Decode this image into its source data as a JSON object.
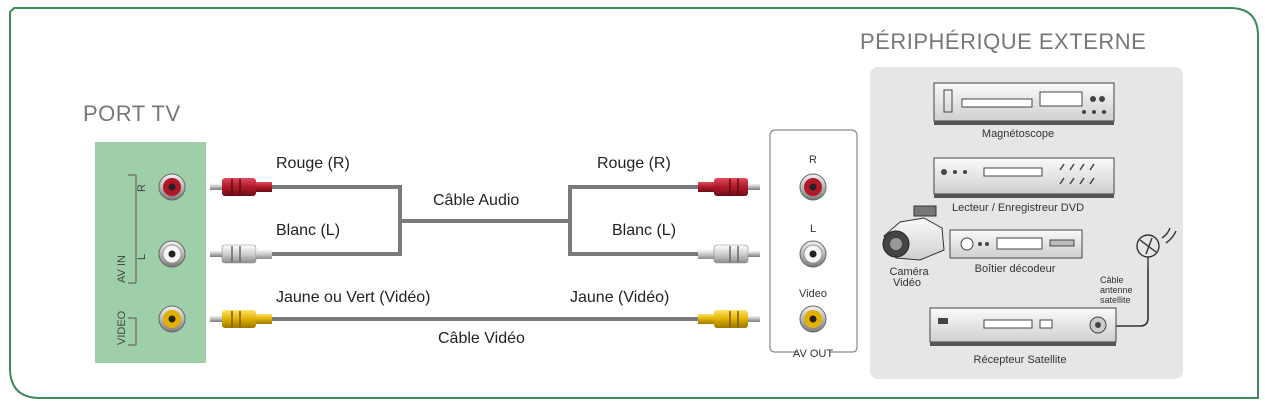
{
  "tv_port": {
    "title": "PORT TV",
    "group_av_in": "AV IN",
    "group_video": "VIDEO",
    "jack_r": "R",
    "jack_l": "L"
  },
  "external": {
    "title": "PÉRIPHÉRIQUE EXTERNE",
    "devices": [
      "Magnétoscope",
      "Lecteur / Enregistreur DVD",
      "Boîtier décodeur",
      "Caméra",
      "Vidéo",
      "Câble",
      "antenne",
      "satellite",
      "Récepteur Satellite"
    ]
  },
  "cables": {
    "red_left": "Rouge (R)",
    "white_left": "Blanc (L)",
    "yellow_left": "Jaune ou Vert (Vidéo)",
    "red_right": "Rouge (R)",
    "white_right": "Blanc (L)",
    "yellow_right": "Jaune (Vidéo)",
    "audio_cable": "Câble Audio",
    "video_cable": "Câble Vidéo"
  },
  "av_out": {
    "title": "AV OUT",
    "jack_r": "R",
    "jack_l": "L",
    "jack_video": "Video"
  },
  "colors": {
    "frame": "#3d8a5a",
    "tv_panel": "#9fcfa9",
    "device_panel": "#e6e6e6",
    "red": "#b0182a",
    "yellow": "#e2b100",
    "white": "#d9d9d9"
  }
}
